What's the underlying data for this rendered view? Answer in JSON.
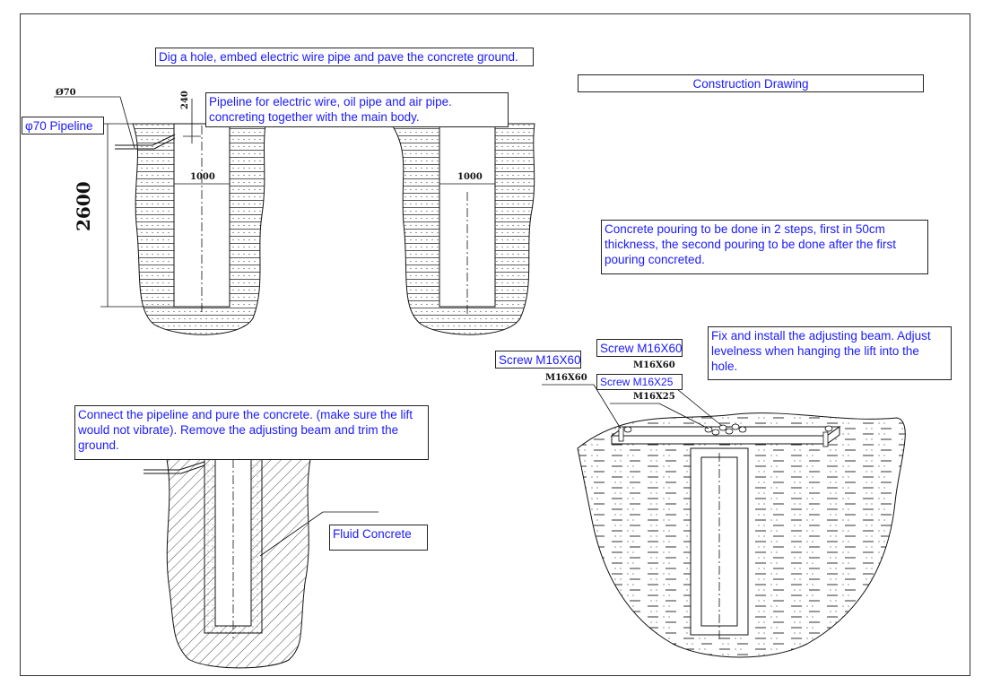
{
  "title": "Construction Drawing",
  "notes": {
    "step1": "Dig a hole, embed electric wire pipe and pave the concrete ground.",
    "pipeline": "Pipeline for electric wire, oil pipe and air pipe. concreting together with the main body.",
    "phi70": "φ70 Pipeline",
    "pouring": "Concrete pouring to be done  in 2 steps, first in 50cm thickness, the second pouring to be done after the first pouring concreted.",
    "beam": "Fix and install the adjusting beam. Adjust levelness when hanging the lift into the hole.",
    "connect": "Connect the pipeline and pure the concrete. (make sure the lift would not vibrate). Remove the adjusting beam and trim the ground.",
    "fluid": "Fluid Concrete",
    "screw_a": "Screw M16X60",
    "screw_b": "Screw M16X60",
    "screw_c": "Screw M16X25"
  },
  "dimensions": {
    "phi": "Ø70",
    "depth_offset": "240",
    "width_left": "1000",
    "width_right": "1000",
    "depth": "2600",
    "bolt_a": "M16X60",
    "bolt_b": "M16X60",
    "bolt_c": "M16X25"
  },
  "colors": {
    "note_text": "#1a1aff",
    "line": "#111111"
  }
}
